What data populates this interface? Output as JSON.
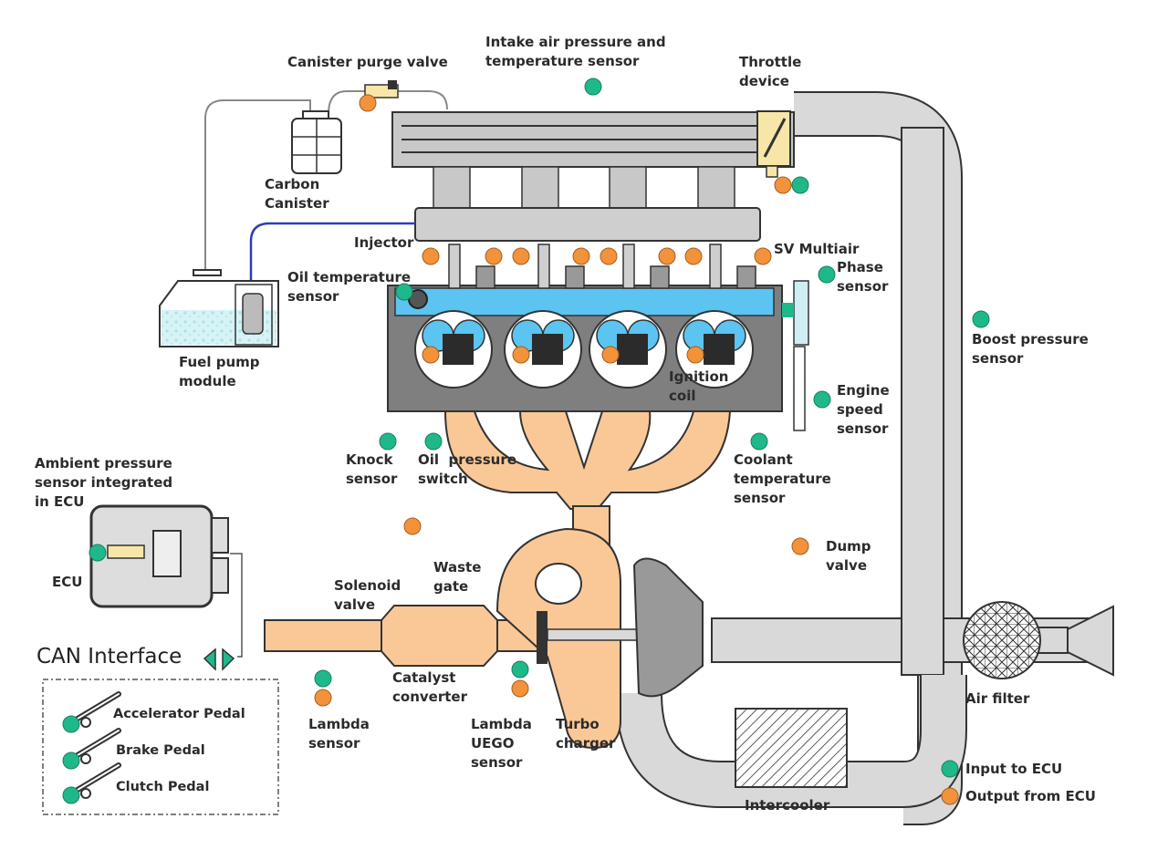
{
  "colors": {
    "input": "#1fb88a",
    "output": "#f2923a",
    "exhaust": "#fac897",
    "intake_pipe": "#d9d9d9",
    "engine_block": "#7f7f7f",
    "coolant": "#5bc4f0",
    "sensor_body": "#f7e6a8",
    "fuel_line": "#2a3fb5"
  },
  "labels": {
    "canister_purge_valve": "Canister purge valve",
    "intake_air_sensor": "Intake air pressure and\ntemperature sensor",
    "throttle_device": "Throttle\ndevice",
    "carbon_canister": "Carbon\nCanister",
    "injector": "Injector",
    "sv_multiair": "SV Multiair",
    "phase_sensor": "Phase\nsensor",
    "oil_temperature_sensor": "Oil temperature\nsensor",
    "fuel_pump_module": "Fuel pump\nmodule",
    "boost_pressure_sensor": "Boost pressure\nsensor",
    "ignition_coil": "Ignition\ncoil",
    "engine_speed_sensor": "Engine\nspeed\nsensor",
    "knock_sensor": "Knock\nsensor",
    "oil_pressure_switch": "Oil  pressure\nswitch",
    "coolant_temperature_sensor": "Coolant\ntemperature\nsensor",
    "ambient_pressure_sensor": "Ambient pressure\nsensor integrated\nin ECU",
    "ecu": "ECU",
    "solenoid_valve": "Solenoid\nvalve",
    "waste_gate": "Waste\ngate",
    "dump_valve": "Dump\nvalve",
    "catalyst_converter": "Catalyst\nconverter",
    "lambda_sensor": "Lambda\nsensor",
    "lambda_uego_sensor": "Lambda\nUEGO\nsensor",
    "turbo_charger": "Turbo\ncharger",
    "air_filter": "Air filter",
    "intercooler": "Intercooler",
    "can_interface": "CAN Interface"
  },
  "pedals": [
    {
      "label": "Accelerator Pedal",
      "signal": "input"
    },
    {
      "label": "Brake Pedal",
      "signal": "input"
    },
    {
      "label": "Clutch Pedal",
      "signal": "input"
    }
  ],
  "legend": [
    {
      "label": "Input to ECU",
      "signal": "input"
    },
    {
      "label": "Output from ECU",
      "signal": "output"
    }
  ],
  "cylinders": 4
}
